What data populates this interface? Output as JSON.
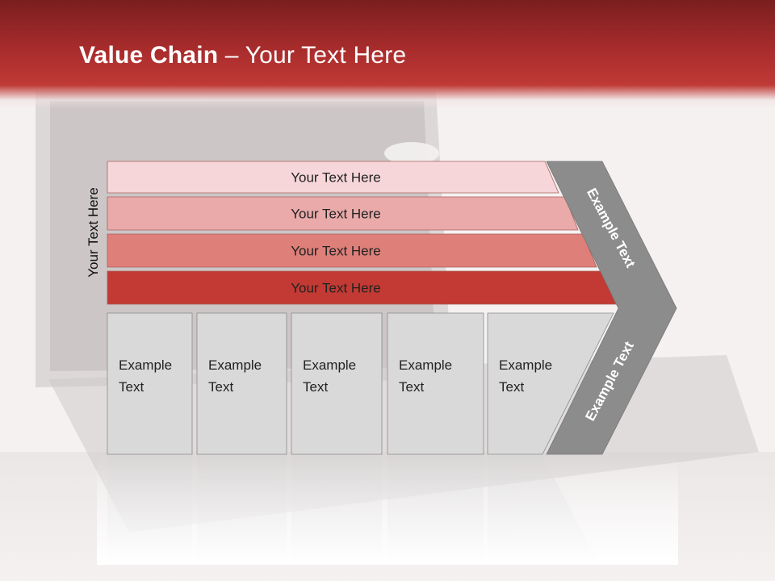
{
  "slide": {
    "title_bold": "Value Chain",
    "title_rest": " – Your Text Here",
    "vertical_label": "Your Text Here"
  },
  "bands": [
    {
      "label": "Your Text Here",
      "color": "#f6d6d8"
    },
    {
      "label": "Your Text Here",
      "color": "#e9aaa9"
    },
    {
      "label": "Your Text Here",
      "color": "#de7f79"
    },
    {
      "label": "Your Text Here",
      "color": "#c23a33"
    }
  ],
  "columns": [
    {
      "line1": "Example",
      "line2": "Text"
    },
    {
      "line1": "Example",
      "line2": "Text"
    },
    {
      "line1": "Example",
      "line2": "Text"
    },
    {
      "line1": "Example",
      "line2": "Text"
    },
    {
      "line1": "Example",
      "line2": "Text"
    }
  ],
  "arrow": {
    "upper_label": "Example Text",
    "lower_label": "Example Text",
    "color": "#8c8c8c"
  },
  "colors": {
    "header": "#b3322f",
    "box": "#d9d9d9"
  }
}
